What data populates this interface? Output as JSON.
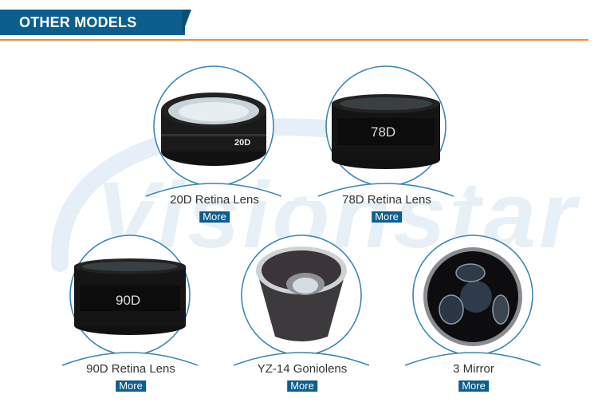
{
  "header": {
    "title": "OTHER MODELS",
    "bar_color": "#0b5e8e",
    "rule_color": "#ef8a3c"
  },
  "watermark": {
    "text": "Visionstar",
    "color": "#e8f0f7"
  },
  "products": [
    {
      "name": "20D Retina Lens",
      "engraving": "20D",
      "more_label": "More",
      "image": "black-retina-lens"
    },
    {
      "name": "78D Retina Lens",
      "engraving": "78D",
      "more_label": "More",
      "image": "black-retina-lens"
    },
    {
      "name": "90D Retina Lens",
      "engraving": "90D",
      "more_label": "More",
      "image": "black-retina-lens"
    },
    {
      "name": "YZ-14 Goniolens",
      "engraving": "",
      "more_label": "More",
      "image": "goniolens-cone"
    },
    {
      "name": "3 Mirror",
      "engraving": "",
      "more_label": "More",
      "image": "three-mirror-lens"
    }
  ]
}
